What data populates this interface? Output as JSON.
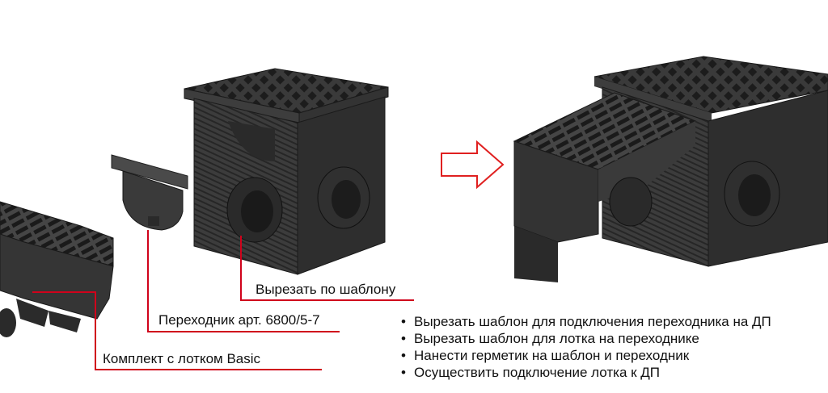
{
  "labels": {
    "cut_template": "Вырезать по шаблону",
    "adapter": "Переходник арт. 6800/5-7",
    "kit": "Комплект с лотком Basic"
  },
  "steps": [
    "Вырезать шаблон для подключения переходника на ДП",
    "Вырезать шаблон для лотка на переходнике",
    "Нанести герметик на шаблон и переходник",
    "Осуществить подключение лотка к ДП"
  ],
  "colors": {
    "leader_line": "#d0021b",
    "arrow": "#e02020",
    "product_dark": "#2e2e2e",
    "product_mid": "#4a4a4a"
  }
}
